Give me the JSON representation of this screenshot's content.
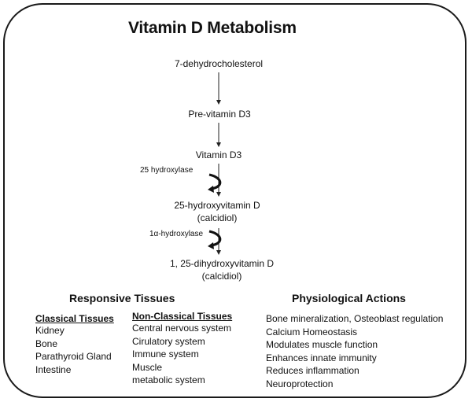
{
  "title": "Vitamin D Metabolism",
  "pathway": {
    "steps": [
      {
        "lines": [
          "7-dehydrocholesterol"
        ]
      },
      {
        "lines": [
          "Pre-vitamin D3"
        ]
      },
      {
        "lines": [
          "Vitamin D3"
        ]
      },
      {
        "lines": [
          "25-hydroxyvitamin D",
          "(calcidiol)"
        ]
      },
      {
        "lines": [
          "1, 25-dihydroxyvitamin D",
          "(calcidiol)"
        ]
      }
    ],
    "enzymes": [
      "25 hydroxylase",
      "1α-hydroxylase"
    ]
  },
  "responsive_tissues": {
    "heading": "Responsive Tissues",
    "classical": {
      "heading": "Classical Tissues",
      "items": [
        "Kidney",
        "Bone",
        "Parathyroid Gland",
        "Intestine"
      ]
    },
    "non_classical": {
      "heading": "Non-Classical Tissues",
      "items": [
        "Central nervous system",
        "Cirulatory system",
        "Immune system",
        "Muscle",
        "metabolic system"
      ]
    }
  },
  "physiological_actions": {
    "heading": "Physiological Actions",
    "items": [
      "Bone mineralization, Osteoblast regulation",
      "Calcium Homeostasis",
      "Modulates muscle function",
      "Enhances innate immunity",
      "Reduces inflammation",
      "Neuroprotection"
    ]
  }
}
